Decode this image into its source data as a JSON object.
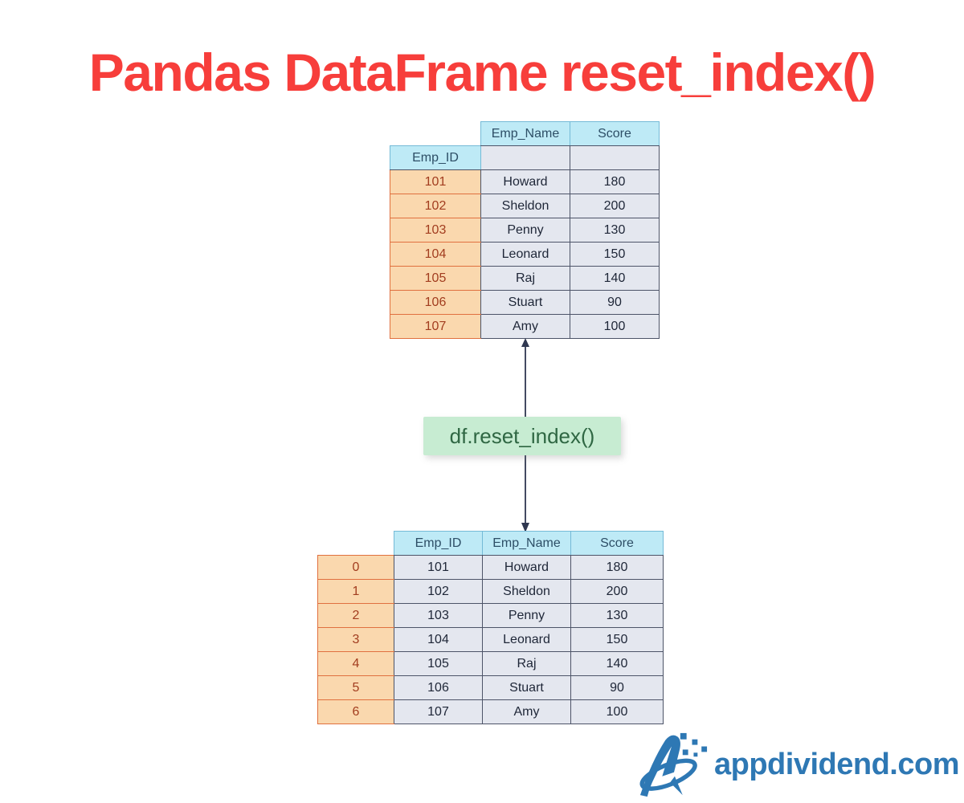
{
  "title": "Pandas DataFrame reset_index()",
  "operation_label": "df.reset_index()",
  "top_table": {
    "index_name": "Emp_ID",
    "columns": [
      "Emp_Name",
      "Score"
    ],
    "rows": [
      {
        "index": "101",
        "cells": [
          "Howard",
          "180"
        ]
      },
      {
        "index": "102",
        "cells": [
          "Sheldon",
          "200"
        ]
      },
      {
        "index": "103",
        "cells": [
          "Penny",
          "130"
        ]
      },
      {
        "index": "104",
        "cells": [
          "Leonard",
          "150"
        ]
      },
      {
        "index": "105",
        "cells": [
          "Raj",
          "140"
        ]
      },
      {
        "index": "106",
        "cells": [
          "Stuart",
          "90"
        ]
      },
      {
        "index": "107",
        "cells": [
          "Amy",
          "100"
        ]
      }
    ]
  },
  "bottom_table": {
    "index_name": null,
    "columns": [
      "Emp_ID",
      "Emp_Name",
      "Score"
    ],
    "rows": [
      {
        "index": "0",
        "cells": [
          "101",
          "Howard",
          "180"
        ]
      },
      {
        "index": "1",
        "cells": [
          "102",
          "Sheldon",
          "200"
        ]
      },
      {
        "index": "2",
        "cells": [
          "103",
          "Penny",
          "130"
        ]
      },
      {
        "index": "3",
        "cells": [
          "104",
          "Leonard",
          "150"
        ]
      },
      {
        "index": "4",
        "cells": [
          "105",
          "Raj",
          "140"
        ]
      },
      {
        "index": "5",
        "cells": [
          "106",
          "Stuart",
          "90"
        ]
      },
      {
        "index": "6",
        "cells": [
          "107",
          "Amy",
          "100"
        ]
      }
    ]
  },
  "brand": "appdividend.com",
  "colors": {
    "title": "#f73e3b",
    "header_bg": "#beeaf6",
    "header_text": "#2d4e66",
    "header_border": "#74bad7",
    "index_bg": "#fad8ae",
    "index_text": "#a23d1f",
    "index_border": "#e0703f",
    "cell_bg": "#e4e7ef",
    "cell_text": "#1e2637",
    "cell_border": "#4d5468",
    "op_bg": "#c7ecd2",
    "op_text": "#2f6743",
    "arrow": "#2f3750",
    "brand": "#2e78b4"
  }
}
